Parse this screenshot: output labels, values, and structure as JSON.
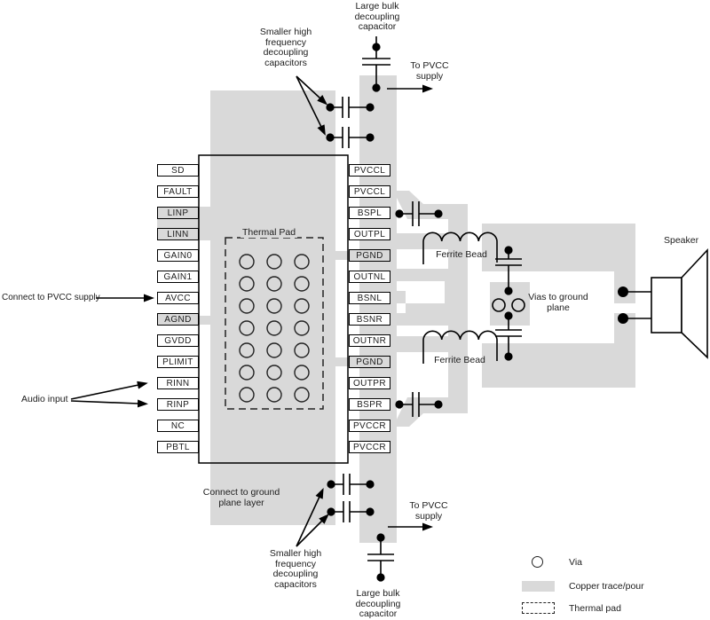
{
  "colors": {
    "copper": "#d9d9d9",
    "line": "#000000"
  },
  "ic": {
    "thermal_pad_label": "Thermal Pad",
    "via_grid": {
      "rows": 7,
      "cols": 3
    },
    "left_pins": [
      {
        "label": "SD",
        "filled": false
      },
      {
        "label": "FAULT",
        "filled": false
      },
      {
        "label": "LINP",
        "filled": true
      },
      {
        "label": "LINN",
        "filled": true
      },
      {
        "label": "GAIN0",
        "filled": false
      },
      {
        "label": "GAIN1",
        "filled": false
      },
      {
        "label": "AVCC",
        "filled": false
      },
      {
        "label": "AGND",
        "filled": true
      },
      {
        "label": "GVDD",
        "filled": false
      },
      {
        "label": "PLIMIT",
        "filled": false
      },
      {
        "label": "RINN",
        "filled": false
      },
      {
        "label": "RINP",
        "filled": false
      },
      {
        "label": "NC",
        "filled": false
      },
      {
        "label": "PBTL",
        "filled": false
      }
    ],
    "right_pins": [
      {
        "label": "PVCCL",
        "filled": false
      },
      {
        "label": "PVCCL",
        "filled": false
      },
      {
        "label": "BSPL",
        "filled": false
      },
      {
        "label": "OUTPL",
        "filled": false
      },
      {
        "label": "PGND",
        "filled": true
      },
      {
        "label": "OUTNL",
        "filled": false
      },
      {
        "label": "BSNL",
        "filled": false
      },
      {
        "label": "BSNR",
        "filled": false
      },
      {
        "label": "OUTNR",
        "filled": false
      },
      {
        "label": "PGND",
        "filled": true
      },
      {
        "label": "OUTPR",
        "filled": false
      },
      {
        "label": "BSPR",
        "filled": false
      },
      {
        "label": "PVCCR",
        "filled": false
      },
      {
        "label": "PVCCR",
        "filled": false
      }
    ]
  },
  "annotations": {
    "smaller_hf_caps_top": "Smaller high\nfrequency\ndecoupling\ncapacitors",
    "large_bulk_cap_top": "Large bulk\ndecoupling\ncapacitor",
    "to_pvcc_supply_top": "To PVCC\nsupply",
    "connect_to_pvcc_supply": "Connect to PVCC supply",
    "audio_input": "Audio input",
    "connect_to_ground": "Connect to ground\nplane layer",
    "smaller_hf_caps_bottom": "Smaller high\nfrequency\ndecoupling\ncapacitors",
    "to_pvcc_supply_bottom": "To PVCC\nsupply",
    "large_bulk_cap_bottom": "Large bulk\ndecoupling\ncapacitor",
    "ferrite_bead_top": "Ferrite Bead",
    "ferrite_bead_bottom": "Ferrite Bead",
    "vias_to_ground_plane": "Vias to ground\nplane",
    "speaker": "Speaker"
  },
  "legend": {
    "items": [
      {
        "symbol": "via",
        "label": "Via"
      },
      {
        "symbol": "copper",
        "label": "Copper trace/pour"
      },
      {
        "symbol": "thermal-pad",
        "label": "Thermal pad"
      }
    ]
  }
}
